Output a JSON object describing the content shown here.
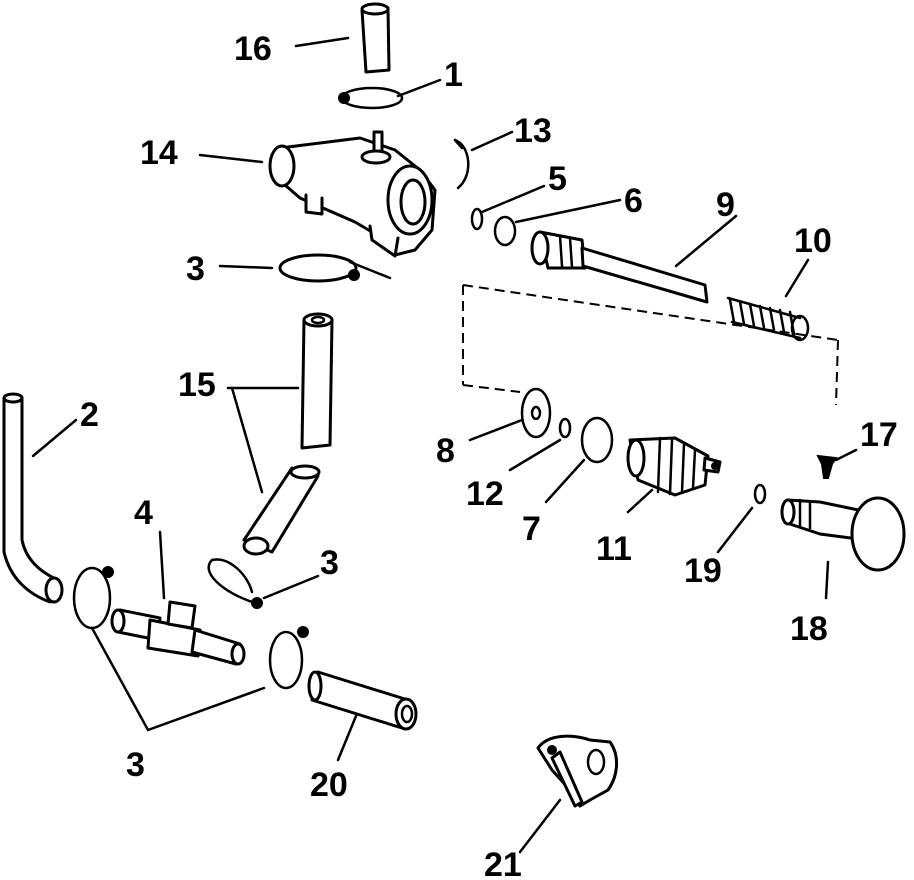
{
  "callouts": {
    "c1": "1",
    "c2": "2",
    "c3a": "3",
    "c3b": "3",
    "c3c": "3",
    "c4": "4",
    "c5": "5",
    "c6": "6",
    "c7": "7",
    "c8": "8",
    "c9": "9",
    "c10": "10",
    "c11": "11",
    "c12": "12",
    "c13": "13",
    "c14": "14",
    "c15": "15",
    "c16": "16",
    "c17": "17",
    "c18": "18",
    "c19": "19",
    "c20": "20",
    "c21": "21"
  }
}
